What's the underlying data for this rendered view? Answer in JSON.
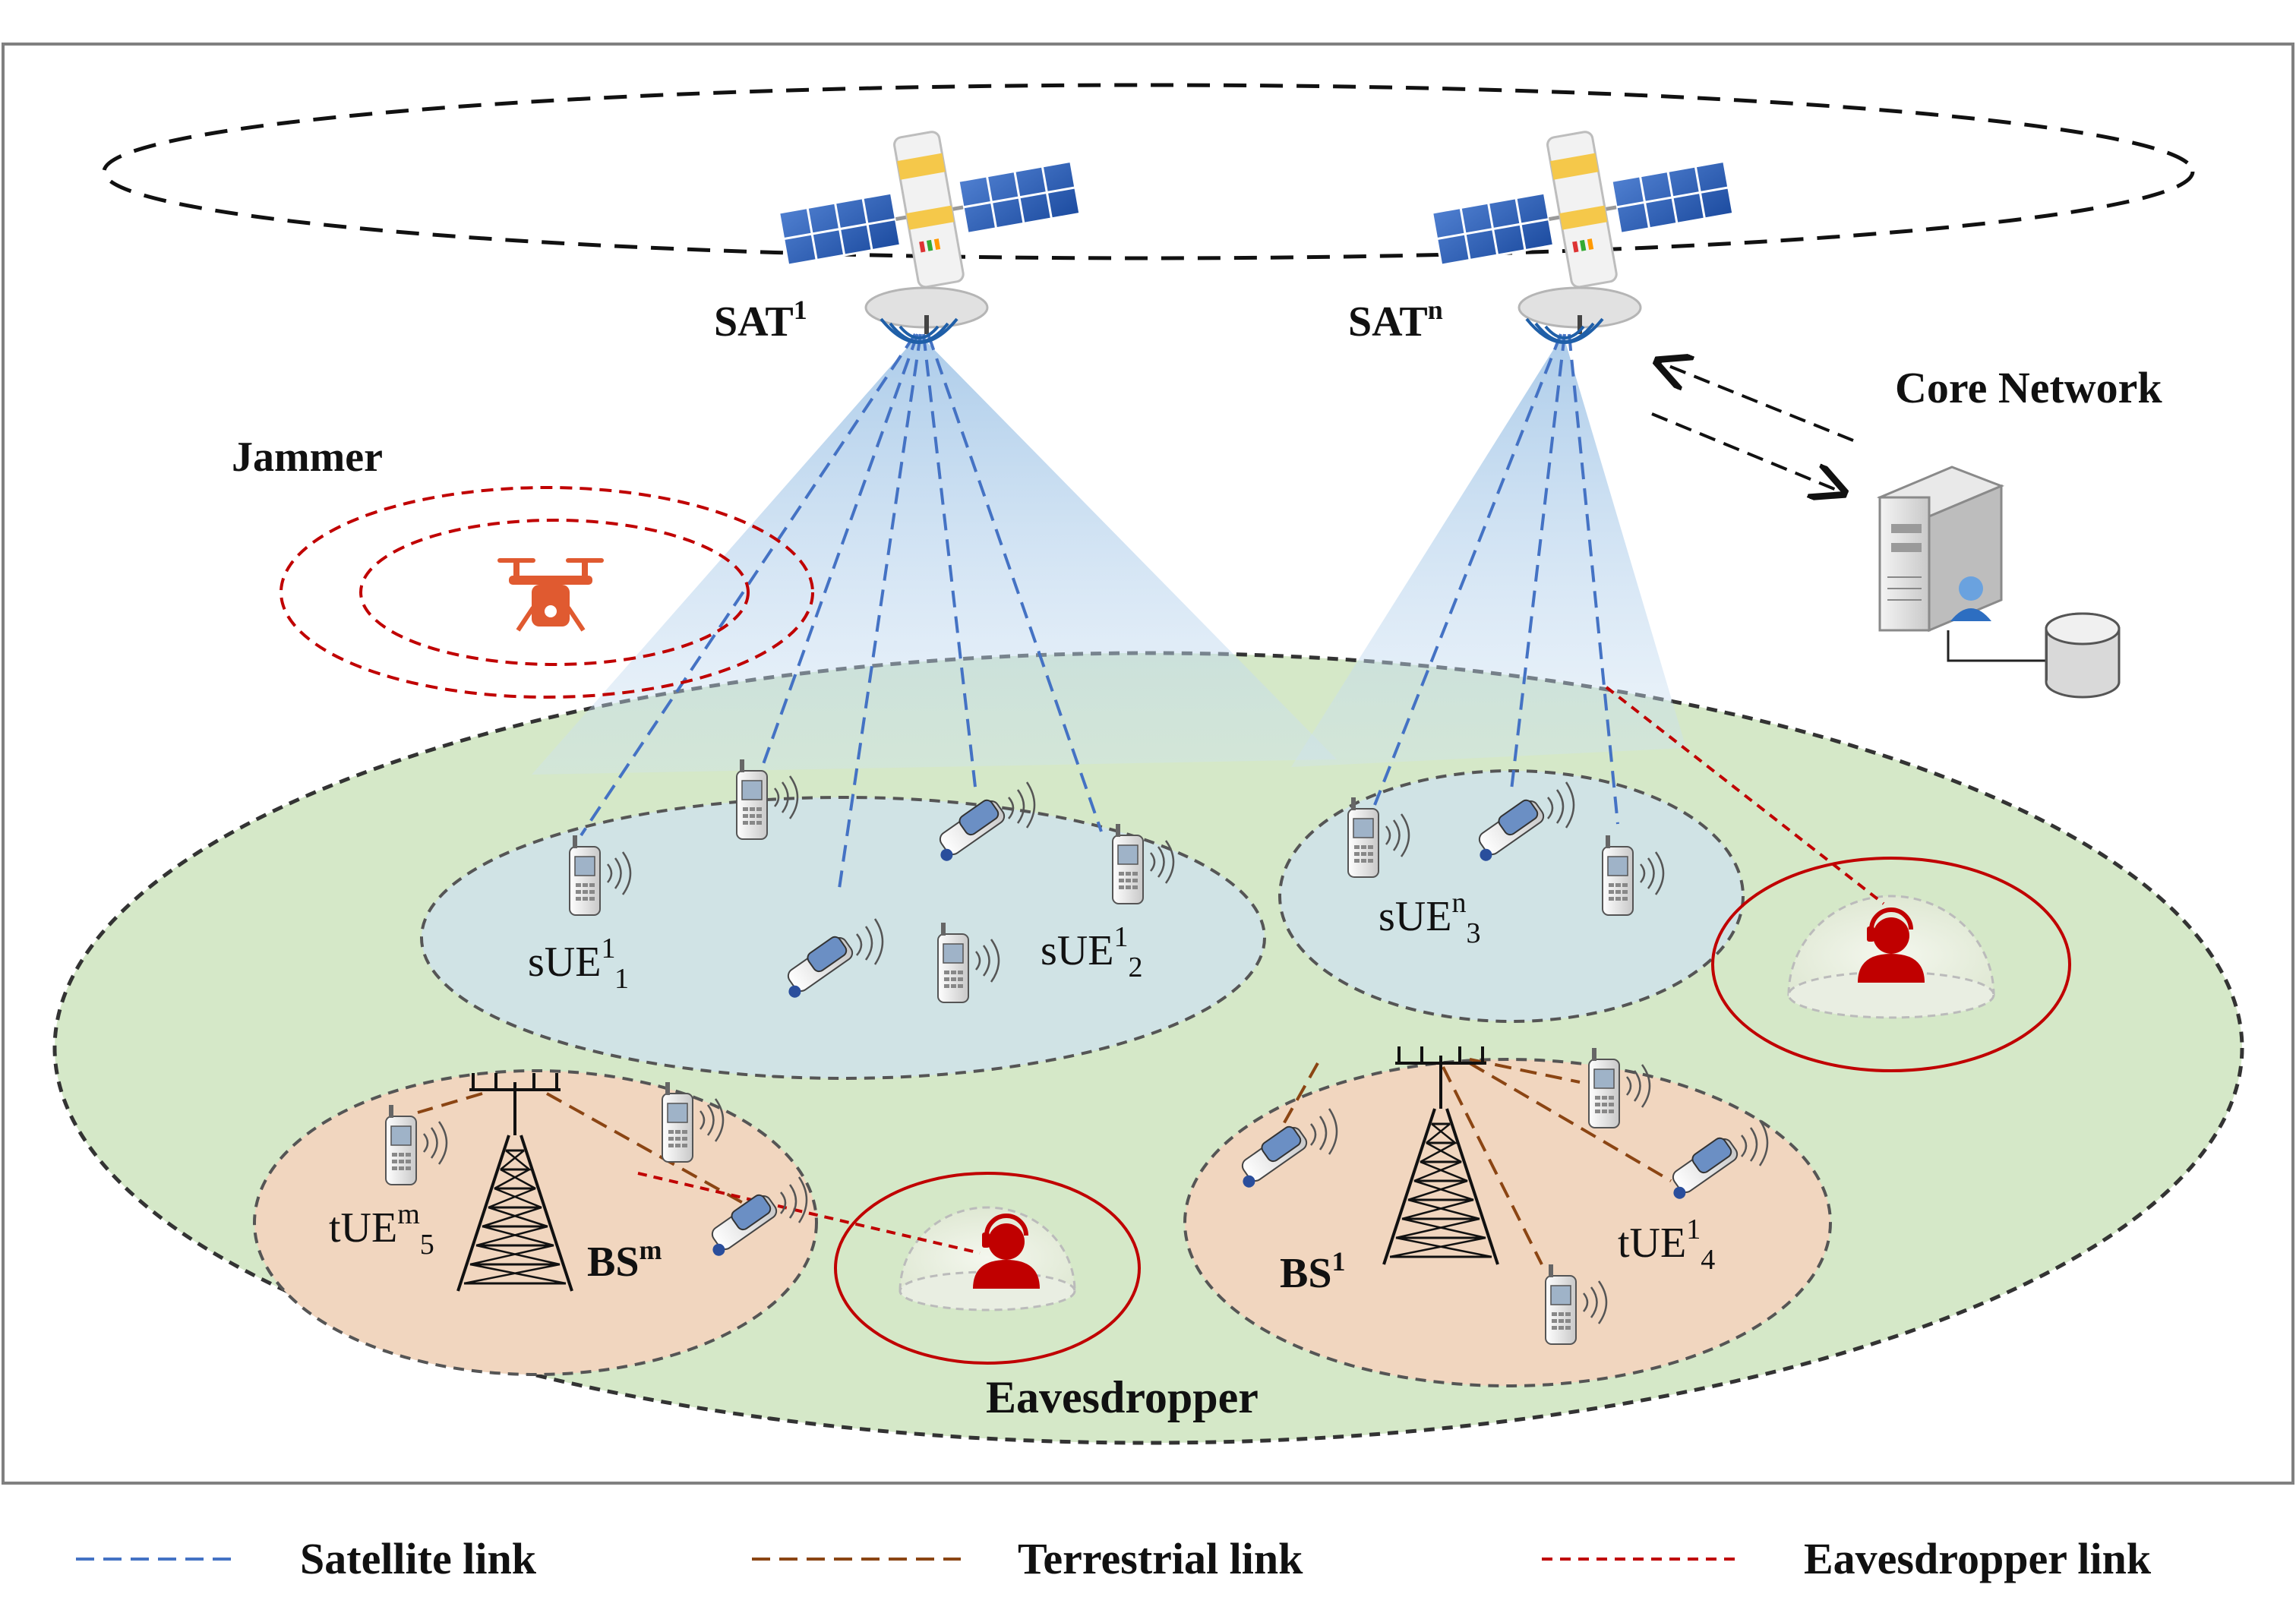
{
  "labels": {
    "sat1": "SAT",
    "sat1_sup": "1",
    "satn": "SAT",
    "satn_sup": "n",
    "core_network": "Core Network",
    "jammer": "Jammer",
    "sue11": "sUE",
    "sue11_sup": "1",
    "sue11_sub": "1",
    "sue12": "sUE",
    "sue12_sup": "1",
    "sue12_sub": "2",
    "suen3": "sUE",
    "suen3_sup": "n",
    "suen3_sub": "3",
    "tuem5": "tUE",
    "tuem5_sup": "m",
    "tuem5_sub": "5",
    "bsm": "BS",
    "bsm_sup": "m",
    "bs1": "BS",
    "bs1_sup": "1",
    "tue14": "tUE",
    "tue14_sup": "1",
    "tue14_sub": "4",
    "eavesdropper": "Eavesdropper"
  },
  "legend": {
    "satellite": "Satellite link",
    "terrestrial": "Terrestrial link",
    "eavesdropper": "Eavesdropper link"
  },
  "colors": {
    "satellite_link": "#4472c4",
    "terrestrial_link": "#8b4513",
    "eavesdropper_link": "#c00000",
    "ground_area": "#d5e8c8",
    "satellite_cell": "#cfe2ea",
    "terrestrial_cell": "#f1d6bf",
    "eavesdropper_red": "#c00000"
  }
}
